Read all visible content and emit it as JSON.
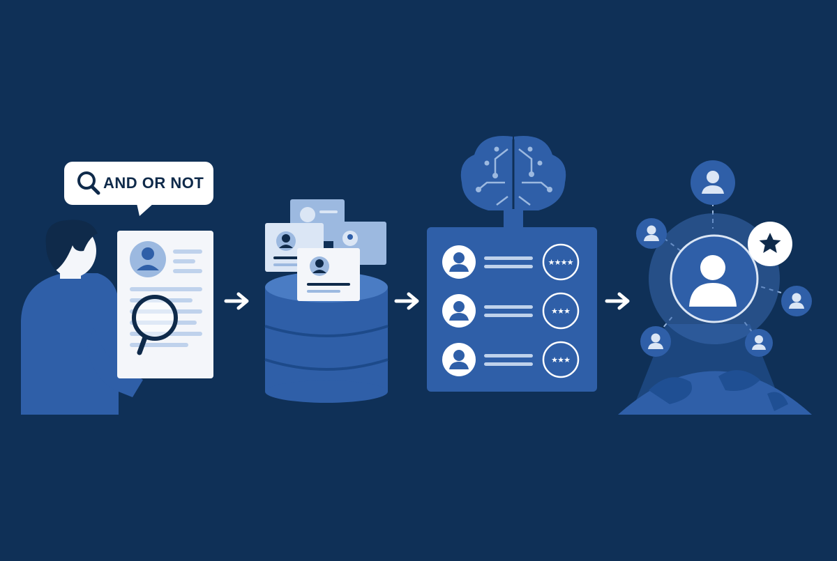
{
  "search_query": {
    "keywords": "AND  OR  NOT",
    "icon": "search-icon"
  },
  "colors": {
    "background": "#0f3057",
    "primary_blue": "#2f5fa8",
    "light_blue": "#9cb9e0",
    "pale_blue": "#dbe6f5",
    "white": "#ffffff",
    "navy": "#0f2a4a"
  },
  "steps": [
    {
      "name": "boolean-search",
      "icon": "recruiter-search-icon"
    },
    {
      "name": "candidate-database",
      "icon": "database-icon"
    },
    {
      "name": "ai-ranking",
      "icon": "ai-brain-icon"
    },
    {
      "name": "talent-network",
      "icon": "global-network-icon"
    }
  ],
  "ranking": {
    "rows": [
      {
        "stars": 4
      },
      {
        "stars": 3
      },
      {
        "stars": 3
      }
    ]
  }
}
